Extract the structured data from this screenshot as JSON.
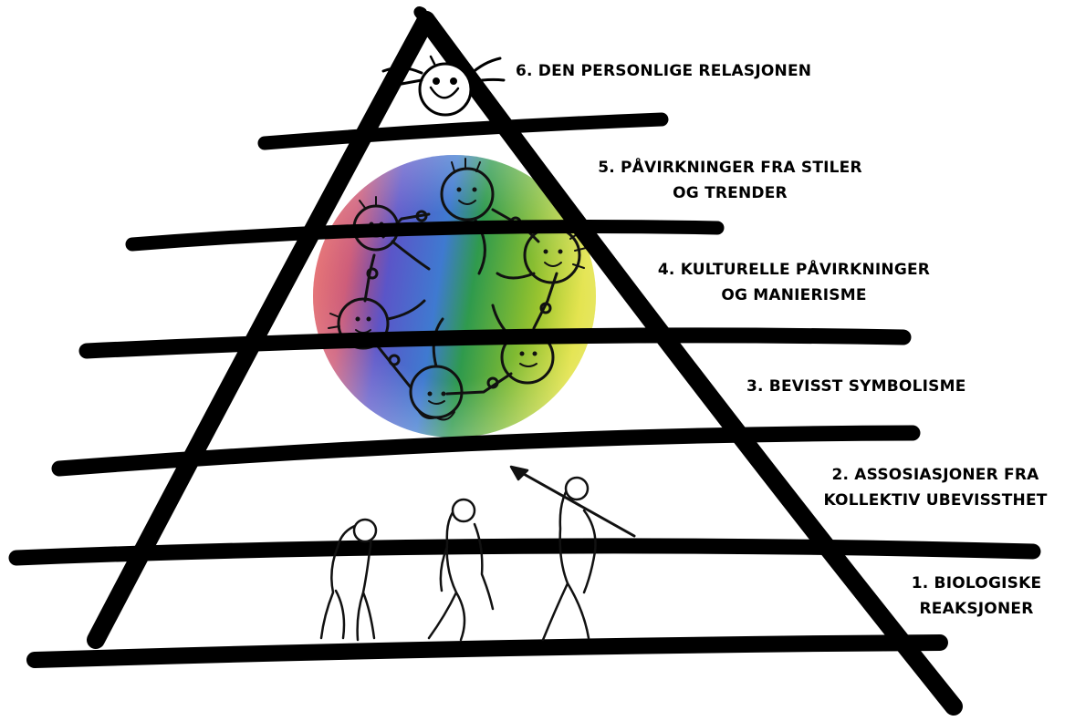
{
  "levels": [
    {
      "level": 6,
      "lines": [
        "6. DEN PERSONLIGE RELASJONEN"
      ]
    },
    {
      "level": 5,
      "lines": [
        "5. PÅVIRKNINGER FRA STILER",
        "OG TRENDER"
      ]
    },
    {
      "level": 4,
      "lines": [
        "4. KULTURELLE PÅVIRKNINGER",
        "OG MANIERISME"
      ]
    },
    {
      "level": 3,
      "lines": [
        "3. BEVISST SYMBOLISME"
      ]
    },
    {
      "level": 2,
      "lines": [
        "2. ASSOSIASJONER FRA",
        "KOLLEKTIV UBEVISSTHET"
      ]
    },
    {
      "level": 1,
      "lines": [
        "1. BIOLOGISKE",
        "REAKSJONER"
      ]
    }
  ],
  "colors": {
    "ink": "#000000",
    "background": "#ffffff",
    "circle_gradient": [
      "#e84a3c",
      "#5b4fc4",
      "#3aa24a",
      "#2f9a4d",
      "#d8dc2a"
    ]
  },
  "illustrations": {
    "top": "single-child-face-icon",
    "middle": "circle-of-children-holding-hands-icon",
    "bottom": "evolution-of-man-figures-icon"
  }
}
